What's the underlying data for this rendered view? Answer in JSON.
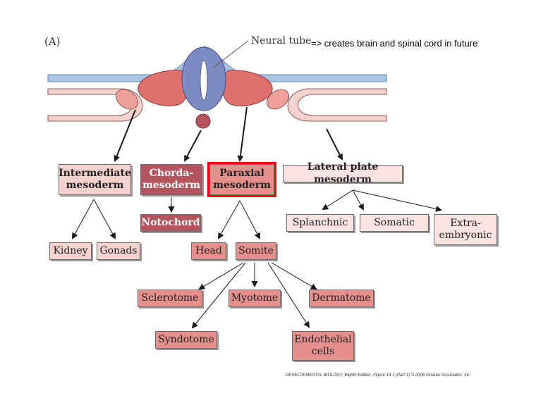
{
  "panel_label": "(A)",
  "neural_tube_label": "Neural tube",
  "annotation": "=> creates brain and spinal cord in future",
  "boxes": {
    "intermediate": "Intermediate mesoderm",
    "chorda": "Chorda-mesoderm",
    "paraxial": "Paraxial mesoderm",
    "lateral": "Lateral plate mesoderm",
    "notochord": "Notochord",
    "kidney": "Kidney",
    "gonads": "Gonads",
    "head": "Head",
    "somite": "Somite",
    "splanchnic": "Splanchnic",
    "somatic": "Somatic",
    "extraembryonic": "Extra-embryonic",
    "sclerotome": "Sclerotome",
    "myotome": "Myotome",
    "dermatome": "Dermatome",
    "syndotome": "Syndotome",
    "endothelial": "Endothelial cells"
  },
  "credit": "DEVELOPMENTAL BIOLOGY, Eighth Edition, Figure 14.1 (Part 1)  © 2006 Sinauer Associates, Inc.",
  "colors": {
    "ectoderm": "#a9c4e0",
    "neural_tube": "#7d8bc3",
    "paraxial": "#e0706b",
    "notochord": "#b3545e",
    "lateral": "#f6d2ce",
    "highlight": "#ff0000"
  }
}
